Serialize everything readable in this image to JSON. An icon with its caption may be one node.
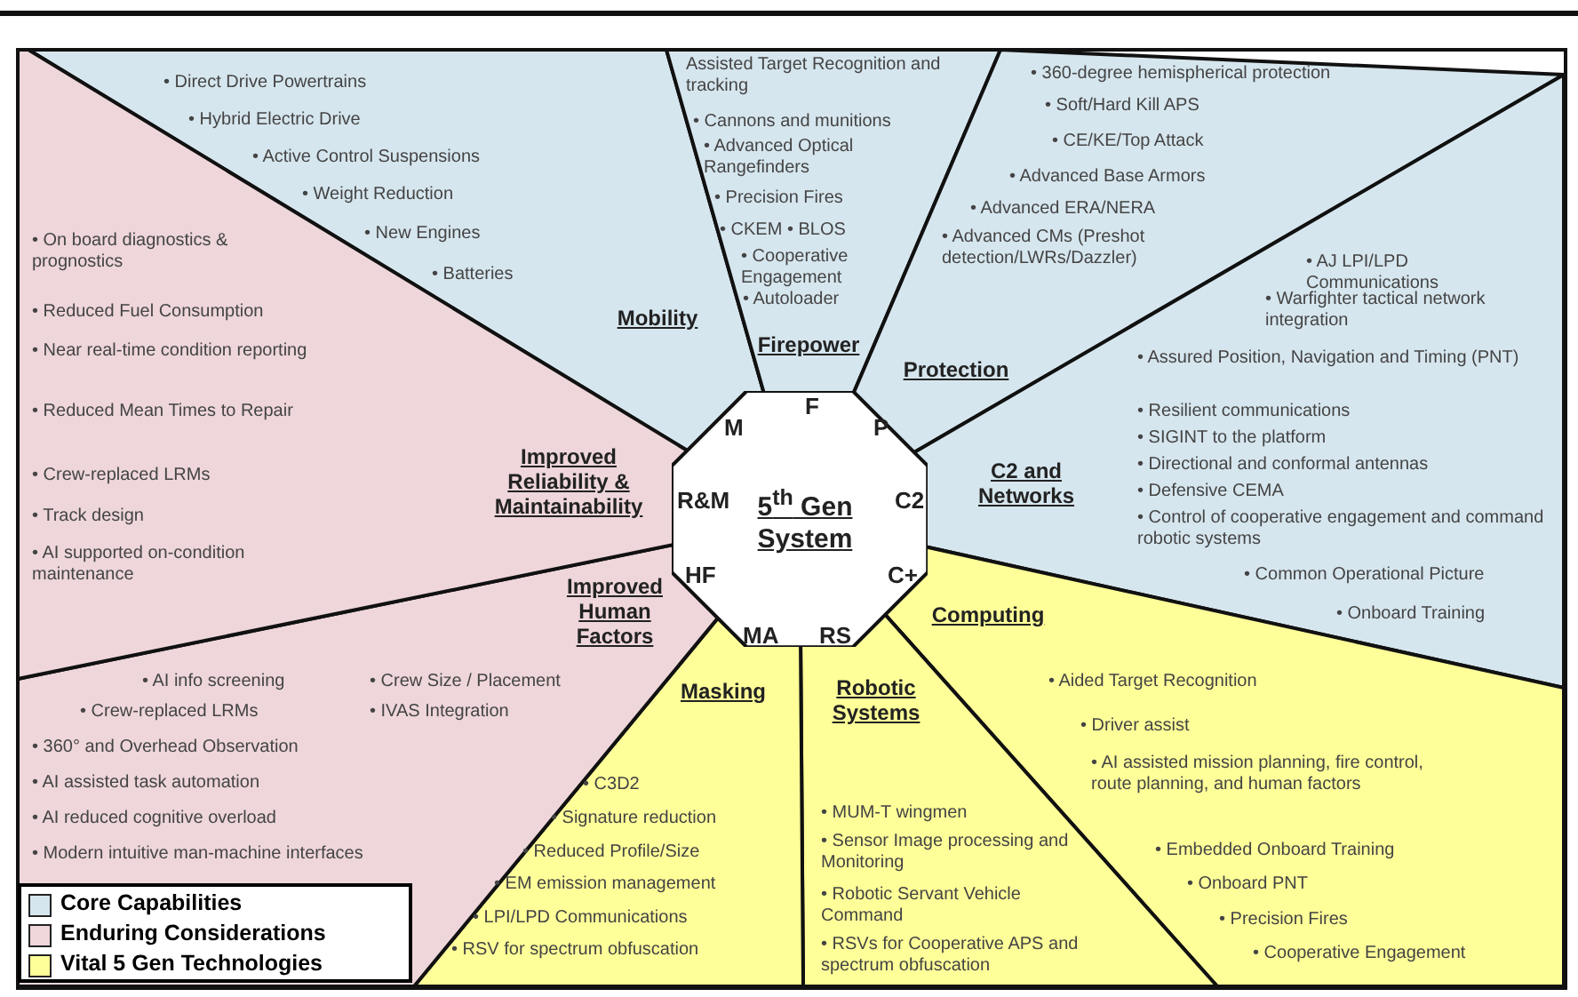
{
  "diagram": {
    "nodes": [
      {
        "text": [
          "5$^{th}$ Gen System",
          "M",
          "F",
          "P",
          "R&M",
          "C2",
          "HF",
          "C+",
          "MA",
          "RS"
        ]
      },
      {
        "text": [
          "• Direct Drive Powertrains",
          "• Hybrid Electric Drive",
          "• Active Control Suspensions",
          "• Weight Reduction",
          "• New Engines",
          "• Batteries",
          "Mobility"
        ]
      },
      {
        "text": [
          "Assisted Target Recognition and tracking",
          "• Cannons and munitions",
          "• Advanced Optical Rangefinders",
          "• Precision Fires",
          "• CKEM • BLOS",
          "• Cooperative Engagement",
          "• Autoloader",
          "Firepower"
        ]
      },
      {
        "text": [
          "• 360-degree hemispherical protection",
          "• Soft/Hard Kill APS",
          "• CE/KE/Top Attack",
          "• Advanced Base Armors",
          "• Advanced ERA/NERA",
          "• Advanced CMs (Preshot detection/LWRs/Dazzler)",
          "Protection"
        ]
      },
      {
        "text": [
          "• AJ LPI/LPD Communications",
          "• Warfighter tactical network integration",
          "• Assured Position, Navigation and Timing (PNT)",
          "• Resilient communications",
          "• SIGINT to the platform",
          "C2 and Networks",
          "• Directional and conformal antennas",
          "• Defensive CEMA",
          "• Control of cooperative engagement and command robotic systems",
          "• Common Operational Picture",
          "• Onboard Training"
        ]
      },
      {
        "text": [
          "Computing",
          "• Aided Target Recognition",
          "• Driver assist",
          "• AI assisted mission planning, fire control, route planning, and human factors",
          "• Embedded Onboard Training",
          "• Onboard PNT",
          "• Precision Fires",
          "• Cooperative Engagement"
        ]
      },
      {
        "text": [
          "Robotic Systems",
          "• MUM-T wingmen",
          "• Sensor Image processing and Monitoring",
          "• Robotic Servant Vehicle Command",
          "• RSVs for Cooperative APS and spectrum obfuscation"
        ]
      },
      {
        "text": [
          "Masking",
          "• C3D2",
          "• Signature reduction",
          "• Reduced Profile/Size",
          "• EM emission management",
          "• LPI/LPD Communications",
          "• RSV for spectrum obfuscation"
        ]
      },
      {
        "text": [
          "Improved Human Factors",
          "• AI info screening",
          "• Crew Size / Placement",
          "• Crew-replaced LRMs",
          "• IVAS Integration",
          "• 360° and Overhead Observation",
          "• AI assisted task automation",
          "• AI reduced cognitive overload",
          "• Modern intuitive man-machine interfaces"
        ]
      },
      {
        "text": [
          "• On board diagnostics & prognostics",
          "• Reduced Fuel Consumption",
          "• Near real-time condition reporting",
          "• Reduced Mean Times to Repair",
          "Improved Reliability & Maintainability",
          "• Crew-replaced LRMs",
          "• Track design",
          "• AI supported on-condition maintenance"
        ]
      }
    ],
    "legend": [
      {
        "text": "Core Capabilities",
        "color": "#d6e6ee"
      },
      {
        "text": "Enduring Considerations",
        "color": "#eed6da"
      },
      {
        "text": "Vital 5 Gen Technologies",
        "color": "#ffff99"
      }
    ]
  }
}
